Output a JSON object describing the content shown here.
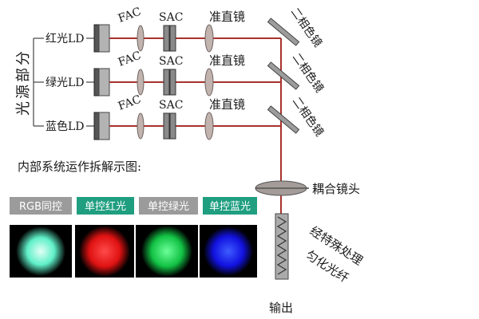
{
  "diagram": {
    "source_section_label": "光源部分",
    "beam_color": "#a8322c",
    "lasers": [
      {
        "label": "红光LD",
        "fac_label": "FAC",
        "sac_label": "SAC",
        "collimator_label": "准直镜",
        "mirror_label": "二相色镜"
      },
      {
        "label": "绿光LD",
        "fac_label": "FAC",
        "sac_label": "SAC",
        "collimator_label": "准直镜",
        "mirror_label": "二相色镜"
      },
      {
        "label": "蓝色LD",
        "fac_label": "FAC",
        "sac_label": "SAC",
        "collimator_label": "准直镜",
        "mirror_label": "二相色镜"
      }
    ],
    "coupling_lens_label": "耦合镜头",
    "fiber_label_line1": "经特殊处理",
    "fiber_label_line2": "匀化光纤",
    "output_label": "输出"
  },
  "breakdown": {
    "title": "内部系统运作拆解示图:",
    "modes": [
      {
        "label": "RGB同控",
        "chip_color": "#9b9b9b",
        "glow_center_color": "#e2fff6",
        "glow_color": "#5ff0c8"
      },
      {
        "label": "单控红光",
        "chip_color": "#1f9e80",
        "glow_center_color": "#ff4a4a",
        "glow_color": "#e01212"
      },
      {
        "label": "单控绿光",
        "chip_color": "#9b9b9b",
        "glow_center_color": "#6dff9a",
        "glow_color": "#12c244"
      },
      {
        "label": "单控蓝光",
        "chip_color": "#1f9e80",
        "glow_center_color": "#3d5cff",
        "glow_color": "#1212e0"
      }
    ]
  }
}
